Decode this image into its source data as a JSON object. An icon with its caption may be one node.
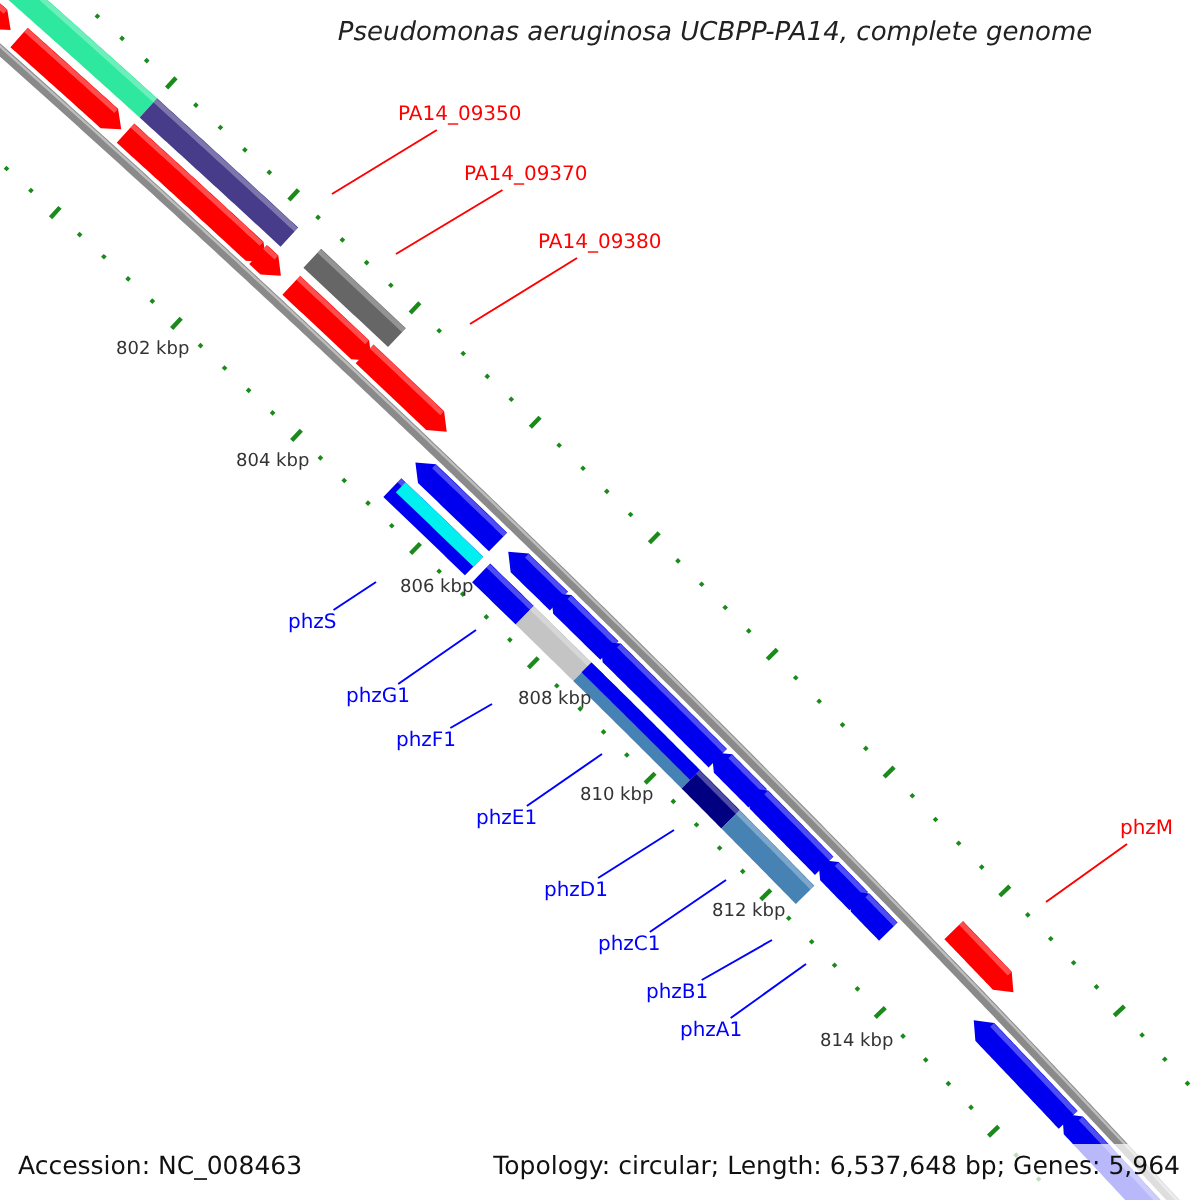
{
  "diagram": {
    "title": "Pseudomonas aeruginosa UCBPP-PA14, complete genome",
    "nodes": [
      {
        "text": [
          "PA14_09350"
        ]
      },
      {
        "text": [
          "PA14_09370"
        ]
      },
      {
        "text": [
          "PA14_09380"
        ]
      },
      {
        "text": [
          "phzS"
        ]
      },
      {
        "text": [
          "phzG1"
        ]
      },
      {
        "text": [
          "phzF1"
        ]
      },
      {
        "text": [
          "phzE1"
        ]
      },
      {
        "text": [
          "phzD1"
        ]
      },
      {
        "text": [
          "phzC1"
        ]
      },
      {
        "text": [
          "phzB1"
        ]
      },
      {
        "text": [
          "phzA1"
        ]
      },
      {
        "text": [
          "phzM"
        ]
      }
    ],
    "edges": [
      {
        "from": 0,
        "to": null,
        "arrow": "none",
        "color": "#ff0000"
      },
      {
        "from": 1,
        "to": null,
        "arrow": "none",
        "color": "#ff0000"
      },
      {
        "from": 2,
        "to": null,
        "arrow": "none",
        "color": "#ff0000"
      },
      {
        "from": 3,
        "to": null,
        "arrow": "none"
      },
      {
        "from": 4,
        "to": null,
        "arrow": "none"
      },
      {
        "from": 5,
        "to": null,
        "arrow": "none"
      },
      {
        "from": 6,
        "to": null,
        "arrow": "none"
      },
      {
        "from": 7,
        "to": null,
        "arrow": "none"
      },
      {
        "from": 8,
        "to": null,
        "arrow": "none"
      },
      {
        "from": 9,
        "to": null,
        "arrow": "none"
      },
      {
        "from": 10,
        "to": null,
        "arrow": "none"
      },
      {
        "from": 11,
        "to": null,
        "arrow": "none",
        "color": "#ff0000"
      }
    ],
    "labels": [
      "802 kbp",
      "804 kbp",
      "806 kbp",
      "808 kbp",
      "810 kbp",
      "812 kbp",
      "814 kbp",
      "Accession: NC_008463",
      "Topology: circular; Length: 6,537,648 bp; Genes: 5,964"
    ]
  }
}
